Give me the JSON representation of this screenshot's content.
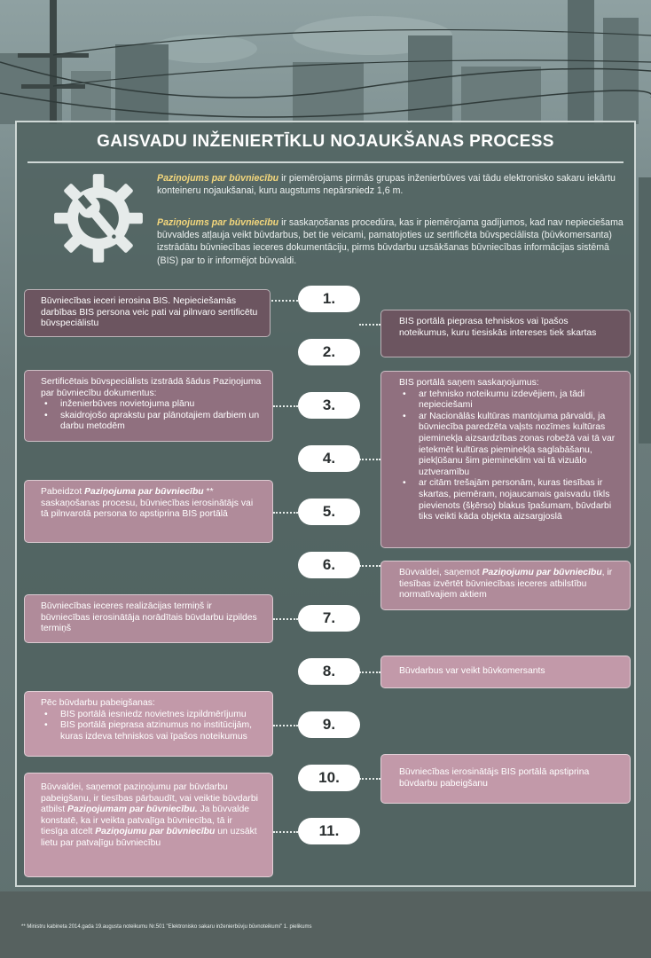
{
  "title": "GAISVADU INŽENIERTĪKLU NOJAUKŠANAS PROCESS",
  "intro": {
    "p1_highlight": "Paziņojums par būvniecību",
    "p1_text": " ir piemērojams pirmās grupas inženierbūves vai tādu elektronisko sakaru iekārtu konteineru nojaukšanai, kuru augstums nepārsniedz 1,6 m.",
    "p2_highlight": "Paziņojums par būvniecību",
    "p2_text": " ir saskaņošanas procedūra, kas ir piemērojama gadījumos, kad nav nepieciešama būvvaldes atļauja veikt būvdarbus, bet tie veicami, pamatojoties uz sertificēta būvspeciālista (būvkomersanta) izstrādātu būvniecības ieceres dokumentāciju, pirms būvdarbu uzsākšanas būvniecības informācijas sistēmā (BIS) par to ir informējot būvvaldi."
  },
  "steps": [
    "1.",
    "2.",
    "3.",
    "4.",
    "5.",
    "6.",
    "7.",
    "8.",
    "9.",
    "10.",
    "11."
  ],
  "boxes": {
    "s1": "Būvniecības ieceri ierosina BIS. Nepieciešamās darbības BIS persona veic pati vai pilnvaro sertificētu būvspeciālistu",
    "s2": "BIS portālā pieprasa tehniskos vai īpašos noteikumus, kuru tiesiskās intereses tiek skartas",
    "s3_intro": "Sertificētais būvspeciālists izstrādā šādus Paziņojuma par būvniecību dokumentus:",
    "s3_items": [
      "inženierbūves novietojuma plānu",
      "skaidrojošo aprakstu par plānotajiem darbiem un darbu metodēm"
    ],
    "s4_intro": "BIS portālā saņem saskaņojumus:",
    "s4_items": [
      "ar tehnisko noteikumu izdevējiem, ja tādi nepieciešami",
      "ar Nacionālās kultūras mantojuma pārvaldi, ja būvniecība paredzēta vaļsts nozīmes kultūras pieminekļa aizsardzības zonas robežā vai tā var ietekmēt kultūras pieminekļa saglabāšanu, piekļūšanu šim piemineklim vai tā vizuālo uztveramību",
      "ar citām trešajām personām, kuras tiesības ir skartas, piemēram, nojaucamais gaisvadu tīkls pievienots (šķērso) blakus īpašumam, būvdarbi tiks veikti kāda objekta aizsargjoslā"
    ],
    "s5_pre": "Pabeidzot ",
    "s5_bold": "Paziņojuma par būvniecību",
    "s5_post": " ** saskaņošanas procesu, būvniecības ierosinātājs vai tā pilnvarotā persona to apstiprina BIS portālā",
    "s6_pre": "Būvvaldei, saņemot ",
    "s6_bold": "Paziņojumu par būvniecību",
    "s6_post": ", ir tiesības izvērtēt  būvniecības ieceres atbilstību normatīvajiem aktiem",
    "s7": "Būvniecības ieceres realizācijas termiņš ir būvniecības ierosinātāja norādītais būvdarbu izpildes termiņš",
    "s8": "Būvdarbus var veikt būvkomersants",
    "s9_intro": "Pēc būvdarbu pabeigšanas:",
    "s9_items": [
      "BIS portālā iesniedz novietnes izpildmērījumu",
      "BIS portālā pieprasa atzinumus no institūcijām, kuras izdeva tehniskos vai īpašos noteikumus"
    ],
    "s10": "Būvniecības ierosinātājs BIS portālā apstiprina būvdarbu pabeigšanu",
    "s11_a": "Būvvaldei, saņemot paziņojumu par būvdarbu pabeigšanu, ir tiesības pārbaudīt, vai veiktie būvdarbi atbilst ",
    "s11_b": "Paziņojumam par būvniecību.",
    "s11_c": " Ja būvvalde konstatē, ka ir veikta patvaļīga būvniecība, tā ir tiesīga atcelt ",
    "s11_d": "Paziņojumu par būvniecību",
    "s11_e": " un uzsākt lietu par patvaļīgu būvniecību"
  },
  "footnote": "**  Ministru kabineta 2014.gada 19.augusta noteikumu Nr.501 \"Elektronisko sakaru  inženierbūvju būvnoteikumi\" 1. pielikums",
  "colors": {
    "accent": "#f4d77c",
    "dark_box": "#6c5560",
    "light_box": "#c299a9",
    "panel": "#50625f"
  },
  "icons": [
    "gear-wrench-icon"
  ]
}
